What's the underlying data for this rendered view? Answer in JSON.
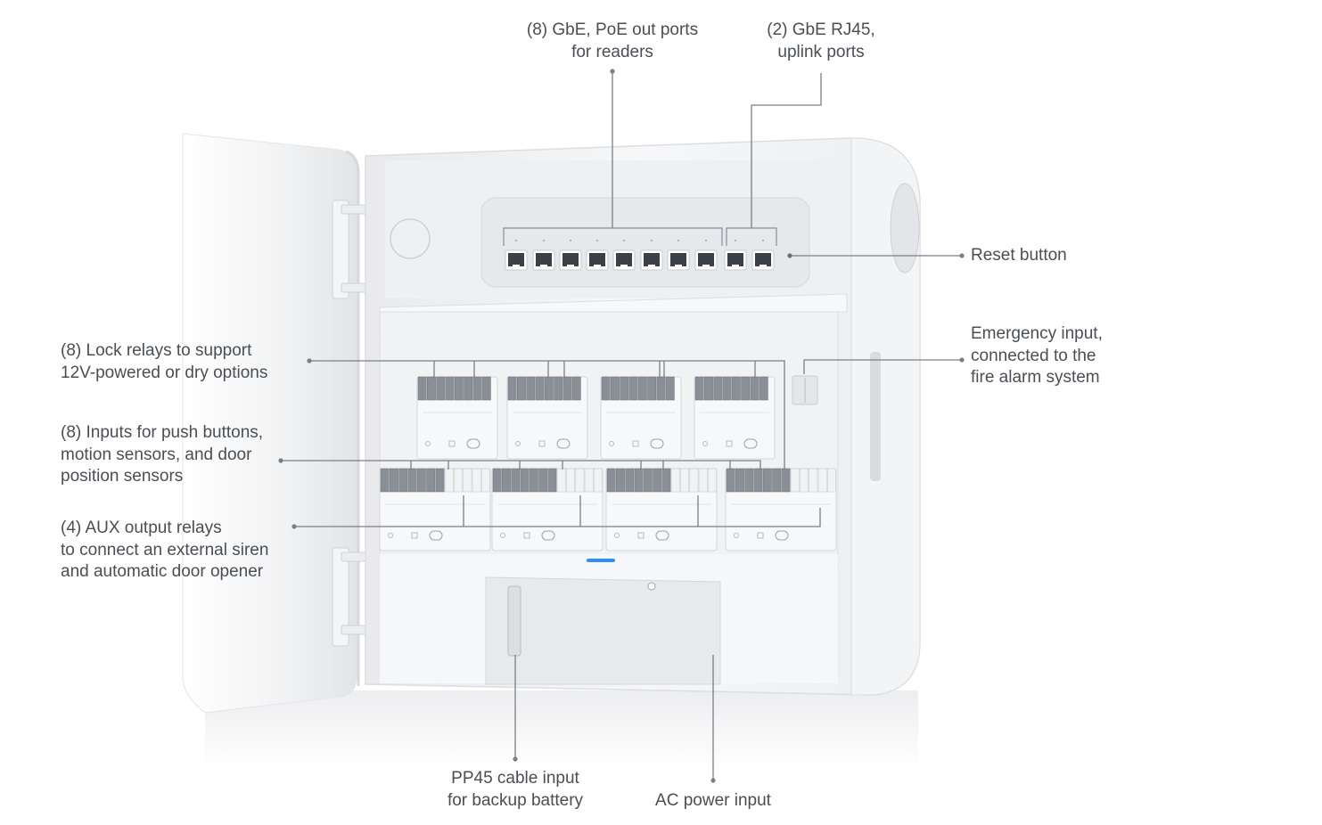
{
  "colors": {
    "text": "#4a4e55",
    "leader": "#7a7f86",
    "enclosure": "#f2f3f5",
    "port": "#3b4048",
    "terminal": "#8a8f96",
    "status_led": "#2f8fff"
  },
  "icons": [
    "rj45-port-icon",
    "terminal-block-icon",
    "hinge-icon",
    "cable-gland-icon"
  ],
  "callouts": {
    "poe_ports": {
      "lines": [
        "(8) GbE, PoE out ports",
        "for readers"
      ]
    },
    "uplink_ports": {
      "lines": [
        "(2) GbE RJ45,",
        "uplink ports"
      ]
    },
    "reset": {
      "lines": [
        "Reset button"
      ]
    },
    "emergency": {
      "lines": [
        "Emergency input,",
        "connected to the",
        "fire alarm system"
      ]
    },
    "lock_relays": {
      "lines": [
        "(8) Lock relays to support",
        "12V-powered or dry options"
      ]
    },
    "inputs": {
      "lines": [
        "(8) Inputs for push buttons,",
        "motion sensors, and door",
        "position sensors"
      ]
    },
    "aux": {
      "lines": [
        "(4) AUX output relays",
        "to connect an external siren",
        "and automatic door opener"
      ]
    },
    "pp45": {
      "lines": [
        "PP45 cable input",
        "for backup battery"
      ]
    },
    "ac_power": {
      "lines": [
        "AC power input"
      ]
    }
  }
}
